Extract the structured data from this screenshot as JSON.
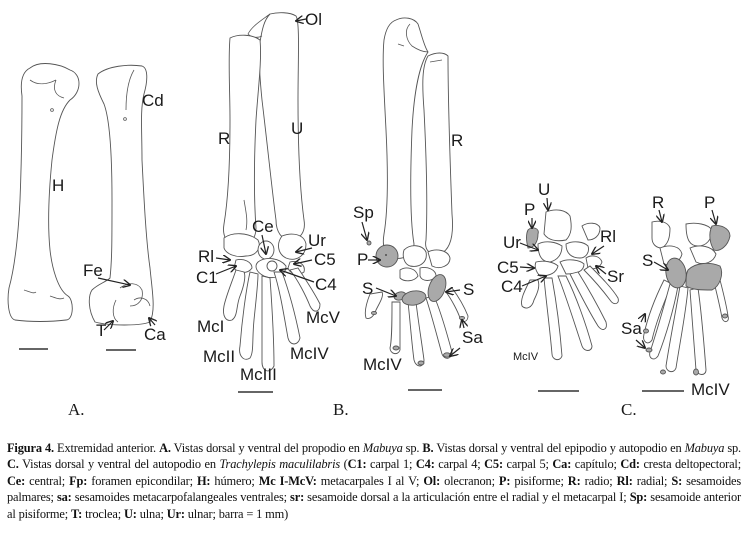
{
  "figure": {
    "panels": [
      {
        "letter": "A.",
        "labels": {
          "H": "H",
          "Cd": "Cd",
          "Fe": "Fe",
          "T": "T",
          "Ca": "Ca"
        }
      },
      {
        "letter": "B.",
        "labels": {
          "Ol": "Ol",
          "R_dorsal": "R",
          "U": "U",
          "Ce": "Ce",
          "Ur": "Ur",
          "Rl": "Rl",
          "C5": "C5",
          "C1": "C1",
          "C4": "C4",
          "McI": "McI",
          "McV": "McV",
          "McII": "McII",
          "McIV": "McIV",
          "McIII": "McIII",
          "R_ventral": "R",
          "Sp": "Sp",
          "P": "P",
          "S_left": "S",
          "S_right": "S",
          "Sa": "Sa",
          "McIV_ventral": "McIV"
        }
      },
      {
        "letter": "C.",
        "labels": {
          "U": "U",
          "P_dorsal": "P",
          "Ur": "Ur",
          "Rl": "Rl",
          "C5": "C5",
          "Sr": "Sr",
          "C4": "C4",
          "McIV_dorsal": "McIV",
          "R": "R",
          "P_ventral": "P",
          "S": "S",
          "Sa": "Sa",
          "McIV_ventral": "McIV"
        }
      }
    ],
    "colors": {
      "shaded_bone": "#a9a9a9",
      "outline": "#555555"
    }
  },
  "caption": {
    "figure_label": "Figura 4.",
    "title": " Extremidad anterior. ",
    "a_label": "A.",
    "a_text": " Vistas dorsal y ventral del propodio en ",
    "a_taxon": "Mabuya",
    "a_after": " sp. ",
    "b_label": "B.",
    "b_text": " Vistas dorsal y ventral del epipodio y autopodio en ",
    "b_taxon": "Mabuya",
    "b_after": " sp. ",
    "c_label": "C.",
    "c_text": " Vistas dorsal y ventral del autopodio en ",
    "c_taxon": "Trachylepis maculilabris",
    "abbreviations": [
      {
        "abbr": "C1:",
        "meaning": " carpal 1; "
      },
      {
        "abbr": "C4:",
        "meaning": " carpal 4; "
      },
      {
        "abbr": "C5:",
        "meaning": " carpal 5; "
      },
      {
        "abbr": "Ca:",
        "meaning": " capítulo; "
      },
      {
        "abbr": "Cd:",
        "meaning": " cresta deltopectoral; "
      },
      {
        "abbr": "Ce:",
        "meaning": " central; "
      },
      {
        "abbr": "Fp:",
        "meaning": " foramen epicondilar; "
      },
      {
        "abbr": "H:",
        "meaning": " húmero; "
      },
      {
        "abbr": "Mc I-McV:",
        "meaning": " metacarpales I al V; "
      },
      {
        "abbr": "Ol:",
        "meaning": " olecranon; "
      },
      {
        "abbr": "P:",
        "meaning": " pisiforme; "
      },
      {
        "abbr": "R:",
        "meaning": " radio; "
      },
      {
        "abbr": "Rl:",
        "meaning": " radial; "
      },
      {
        "abbr": "S:",
        "meaning": " sesamoides palmares; "
      },
      {
        "abbr": "sa:",
        "meaning": " sesamoides metacarpofalangeales ventrales; "
      },
      {
        "abbr": "sr:",
        "meaning": " sesamoide dorsal a la articulación entre el radial y el metacarpal I; "
      },
      {
        "abbr": "Sp:",
        "meaning": " sesamoide anterior al pisiforme; "
      },
      {
        "abbr": "T:",
        "meaning": " troclea; "
      },
      {
        "abbr": "U:",
        "meaning": " ulna; "
      },
      {
        "abbr": "Ur:",
        "meaning": " ulnar; barra = 1 mm)"
      }
    ]
  }
}
